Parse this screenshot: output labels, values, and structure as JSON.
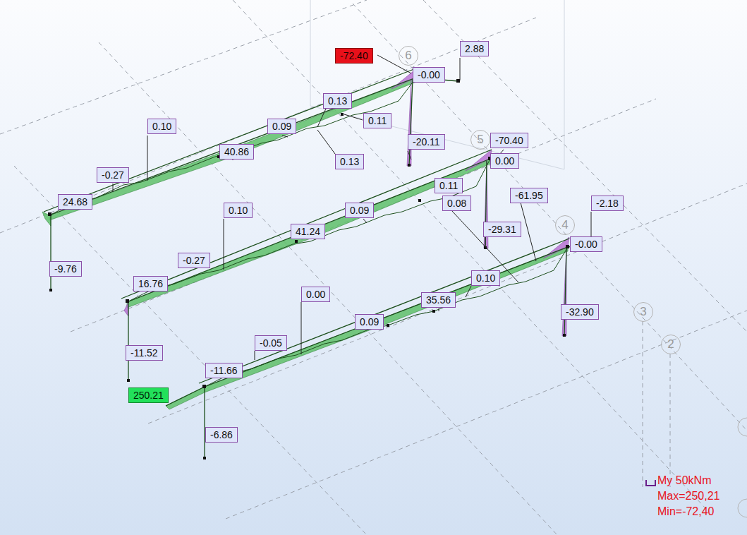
{
  "diagram": {
    "nodes": [
      {
        "text": [
          "2.88"
        ]
      },
      {
        "text": [
          "-72.40"
        ]
      },
      {
        "text": [
          "6"
        ]
      },
      {
        "text": [
          "-0.00"
        ]
      },
      {
        "text": [
          "0.13"
        ]
      },
      {
        "text": [
          "0.11"
        ]
      },
      {
        "text": [
          "0.10"
        ]
      },
      {
        "text": [
          "0.09"
        ]
      },
      {
        "text": [
          "-70.40"
        ]
      },
      {
        "text": [
          "-20.11"
        ]
      },
      {
        "text": [
          "5"
        ]
      },
      {
        "text": [
          "40.86"
        ]
      },
      {
        "text": [
          "0.00"
        ]
      },
      {
        "text": [
          "0.13"
        ]
      },
      {
        "text": [
          "-0.27"
        ]
      },
      {
        "text": [
          "0.11"
        ]
      },
      {
        "text": [
          "-61.95"
        ]
      },
      {
        "text": [
          "24.68"
        ]
      },
      {
        "text": [
          "0.08"
        ]
      },
      {
        "text": [
          "-2.18"
        ]
      },
      {
        "text": [
          "0.10"
        ]
      },
      {
        "text": [
          "0.09"
        ]
      },
      {
        "text": [
          "-29.31"
        ]
      },
      {
        "text": [
          "41.24"
        ]
      },
      {
        "text": [
          "4"
        ]
      },
      {
        "text": [
          "-0.00"
        ]
      },
      {
        "text": [
          "-0.27"
        ]
      },
      {
        "text": [
          "-9.76"
        ]
      },
      {
        "text": [
          "0.10"
        ]
      },
      {
        "text": [
          "16.76"
        ]
      },
      {
        "text": [
          "0.00"
        ]
      },
      {
        "text": [
          "35.56"
        ]
      },
      {
        "text": [
          "-32.90"
        ]
      },
      {
        "text": [
          "3"
        ]
      },
      {
        "text": [
          "0.09"
        ]
      },
      {
        "text": [
          "-0.05"
        ]
      },
      {
        "text": [
          "2"
        ]
      },
      {
        "text": [
          "-11.52"
        ]
      },
      {
        "text": [
          "-11.66"
        ]
      },
      {
        "text": [
          "250.21"
        ]
      },
      {
        "text": [
          "-6.86"
        ]
      }
    ],
    "labels": [
      "My 50kNm",
      "Max=250,21",
      "Min=-72,40"
    ]
  }
}
